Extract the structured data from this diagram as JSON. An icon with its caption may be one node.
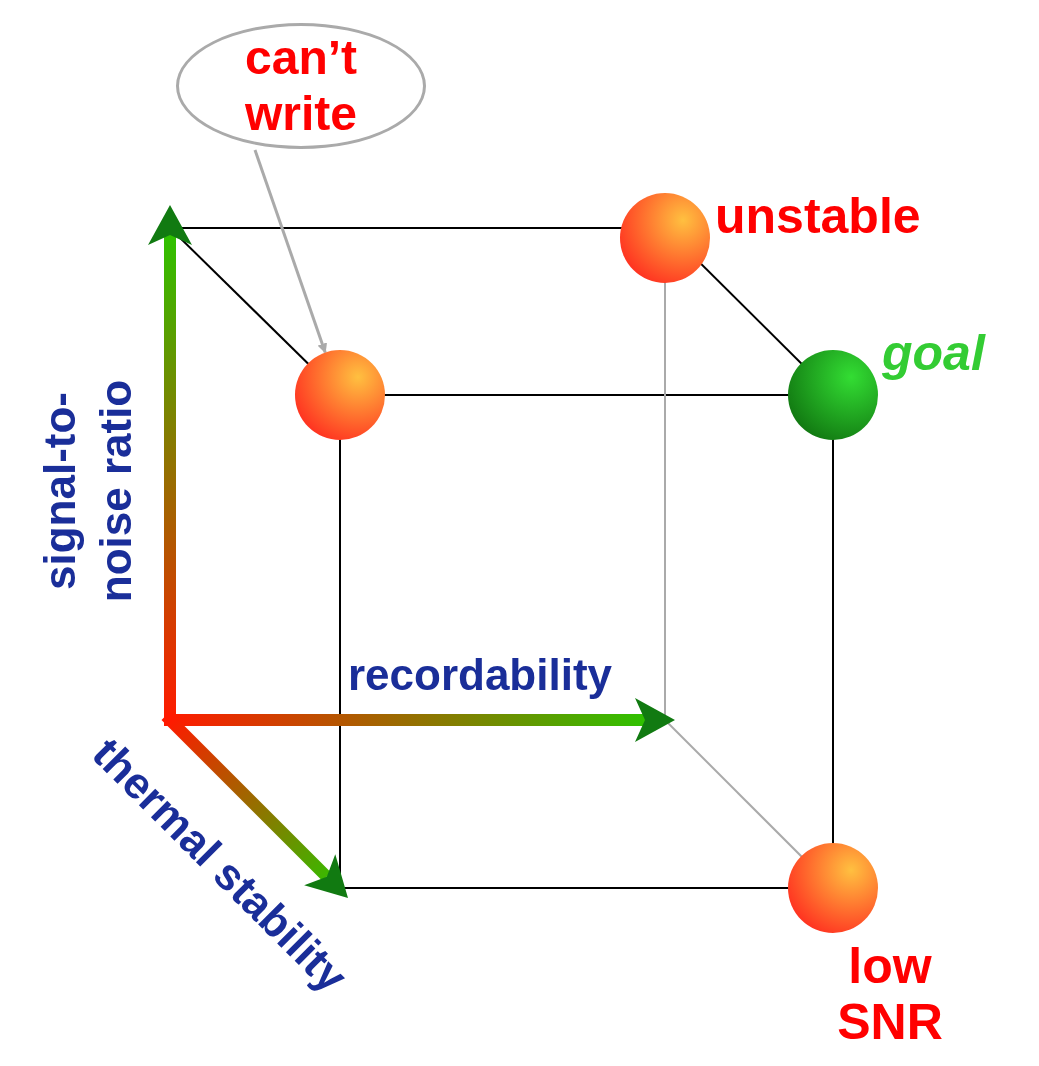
{
  "diagram": {
    "nodes": [
      {
        "text": [
          "can’t write"
        ]
      },
      {
        "text": [],
        "shape": "circle",
        "beside": [
          "unstable"
        ]
      },
      {
        "text": [],
        "shape": "circle"
      },
      {
        "text": [],
        "shape": "circle",
        "beside": [
          "goal"
        ]
      },
      {
        "text": [],
        "shape": "circle",
        "beside": [
          "low SNR"
        ]
      }
    ],
    "edges": [
      {
        "from": 0,
        "to": 2,
        "arrow": "to"
      }
    ],
    "labels": [
      "signal-to-noise ratio",
      "recordability",
      "thermal stability"
    ]
  }
}
